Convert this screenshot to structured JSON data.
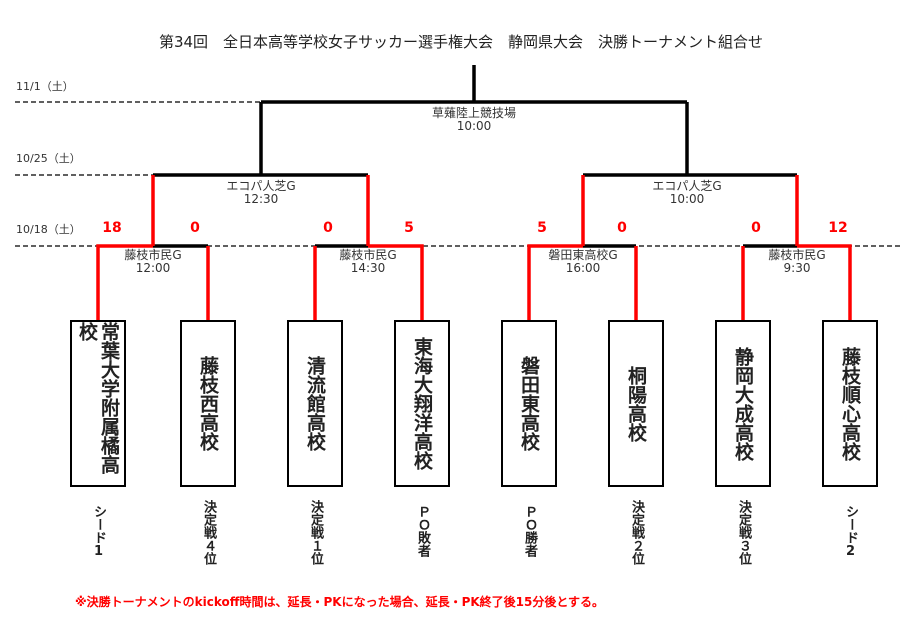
{
  "title": "第34回　全日本高等学校女子サッカー選手権大会　静岡県大会　決勝トーナメント組合せ",
  "dates": [
    "11/1（土）",
    "10/25（土）",
    "10/18（土）"
  ],
  "final": {
    "venue": "草薙陸上競技場",
    "time": "10:00"
  },
  "semis": [
    {
      "venue": "エコパ人芝G",
      "time": "12:30"
    },
    {
      "venue": "エコパ人芝G",
      "time": "10:00"
    }
  ],
  "first_round": [
    {
      "venue": "藤枝市民G",
      "time": "12:00"
    },
    {
      "venue": "藤枝市民G",
      "time": "14:30"
    },
    {
      "venue": "磐田東高校G",
      "time": "16:00"
    },
    {
      "venue": "藤枝市民G",
      "time": "9:30"
    }
  ],
  "scores": [
    "18",
    "0",
    "0",
    "5",
    "5",
    "0",
    "0",
    "12"
  ],
  "teams": [
    {
      "name": "常葉大学附属橘高校",
      "seed": "シード1"
    },
    {
      "name": "藤枝西高校",
      "seed": "決定戦４位"
    },
    {
      "name": "清流館高校",
      "seed": "決定戦１位"
    },
    {
      "name": "東海大翔洋高校",
      "seed": "ＰＯ敗者"
    },
    {
      "name": "磐田東高校",
      "seed": "ＰＯ勝者"
    },
    {
      "name": "桐陽高校",
      "seed": "決定戦２位"
    },
    {
      "name": "静岡大成高校",
      "seed": "決定戦３位"
    },
    {
      "name": "藤枝順心高校",
      "seed": "シード2"
    }
  ],
  "note": "※決勝トーナメントのkickoff時間は、延長・PKになった場合、延長・PK終了後15分後とする。",
  "colors": {
    "winner_line": "#ff0000",
    "line": "#000000"
  }
}
